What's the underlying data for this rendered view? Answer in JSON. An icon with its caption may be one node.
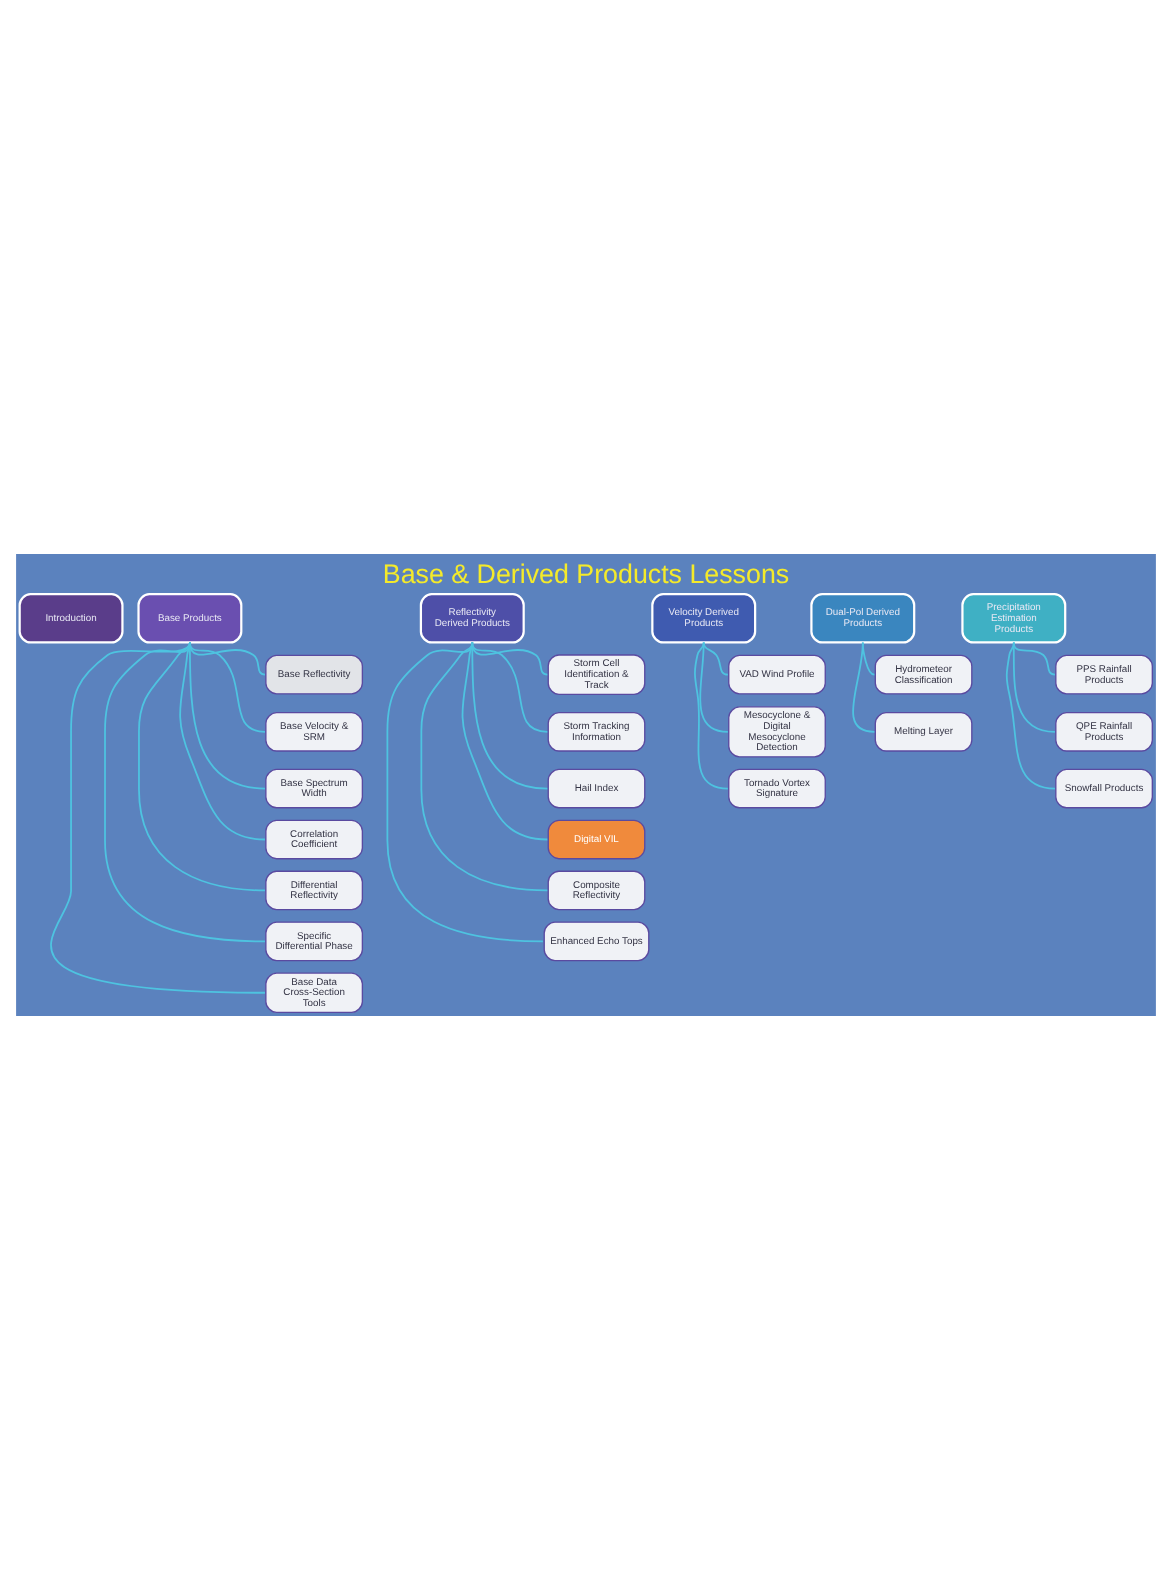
{
  "diagram": {
    "title": "Base & Derived Products Lessons",
    "nodes": [
      {
        "text": [
          "Introduction"
        ]
      },
      {
        "text": [
          "Base Products"
        ]
      },
      {
        "text": [
          "Base Reflectivity"
        ]
      },
      {
        "text": [
          "Base Velocity & SRM"
        ]
      },
      {
        "text": [
          "Base Spectrum Width"
        ]
      },
      {
        "text": [
          "Correlation Coefficient"
        ]
      },
      {
        "text": [
          "Differential Reflectivity"
        ]
      },
      {
        "text": [
          "Specific Differential Phase"
        ]
      },
      {
        "text": [
          "Base Data Cross-Section Tools"
        ]
      },
      {
        "text": [
          "Reflectivity Derived Products"
        ]
      },
      {
        "text": [
          "Storm Cell Identification & Track"
        ]
      },
      {
        "text": [
          "Storm Tracking Information"
        ]
      },
      {
        "text": [
          "Hail Index"
        ]
      },
      {
        "text": [
          "Digital VIL"
        ]
      },
      {
        "text": [
          "Composite Reflectivity"
        ]
      },
      {
        "text": [
          "Enhanced Echo Tops"
        ]
      },
      {
        "text": [
          "Velocity Derived Products"
        ]
      },
      {
        "text": [
          "VAD Wind Profile"
        ]
      },
      {
        "text": [
          "Mesocyclone & Digital Mesocyclone Detection"
        ]
      },
      {
        "text": [
          "Tornado Vortex Signature"
        ]
      },
      {
        "text": [
          "Dual-Pol Derived Products"
        ]
      },
      {
        "text": [
          "Hydrometeor Classification"
        ]
      },
      {
        "text": [
          "Melting Layer"
        ]
      },
      {
        "text": [
          "Precipitation Estimation Products"
        ]
      },
      {
        "text": [
          "PPS Rainfall Products"
        ]
      },
      {
        "text": [
          "QPE Rainfall Products"
        ]
      },
      {
        "text": [
          "Snowfall Products"
        ]
      }
    ],
    "edges": [
      {
        "from": 1,
        "to": 2,
        "arrow": "none"
      },
      {
        "from": 1,
        "to": 3,
        "arrow": "none"
      },
      {
        "from": 1,
        "to": 4,
        "arrow": "none"
      },
      {
        "from": 1,
        "to": 5,
        "arrow": "none"
      },
      {
        "from": 1,
        "to": 6,
        "arrow": "none"
      },
      {
        "from": 1,
        "to": 7,
        "arrow": "none"
      },
      {
        "from": 1,
        "to": 8,
        "arrow": "none"
      },
      {
        "from": 9,
        "to": 10,
        "arrow": "none"
      },
      {
        "from": 9,
        "to": 11,
        "arrow": "none"
      },
      {
        "from": 9,
        "to": 12,
        "arrow": "none"
      },
      {
        "from": 9,
        "to": 13,
        "arrow": "none"
      },
      {
        "from": 9,
        "to": 14,
        "arrow": "none"
      },
      {
        "from": 9,
        "to": 15,
        "arrow": "none"
      },
      {
        "from": 16,
        "to": 17,
        "arrow": "none"
      },
      {
        "from": 16,
        "to": 18,
        "arrow": "none"
      },
      {
        "from": 16,
        "to": 19,
        "arrow": "none"
      },
      {
        "from": 20,
        "to": 21,
        "arrow": "none"
      },
      {
        "from": 20,
        "to": 22,
        "arrow": "none"
      },
      {
        "from": 23,
        "to": 24,
        "arrow": "none"
      },
      {
        "from": 23,
        "to": 25,
        "arrow": "none"
      },
      {
        "from": 23,
        "to": 26,
        "arrow": "none"
      }
    ]
  }
}
